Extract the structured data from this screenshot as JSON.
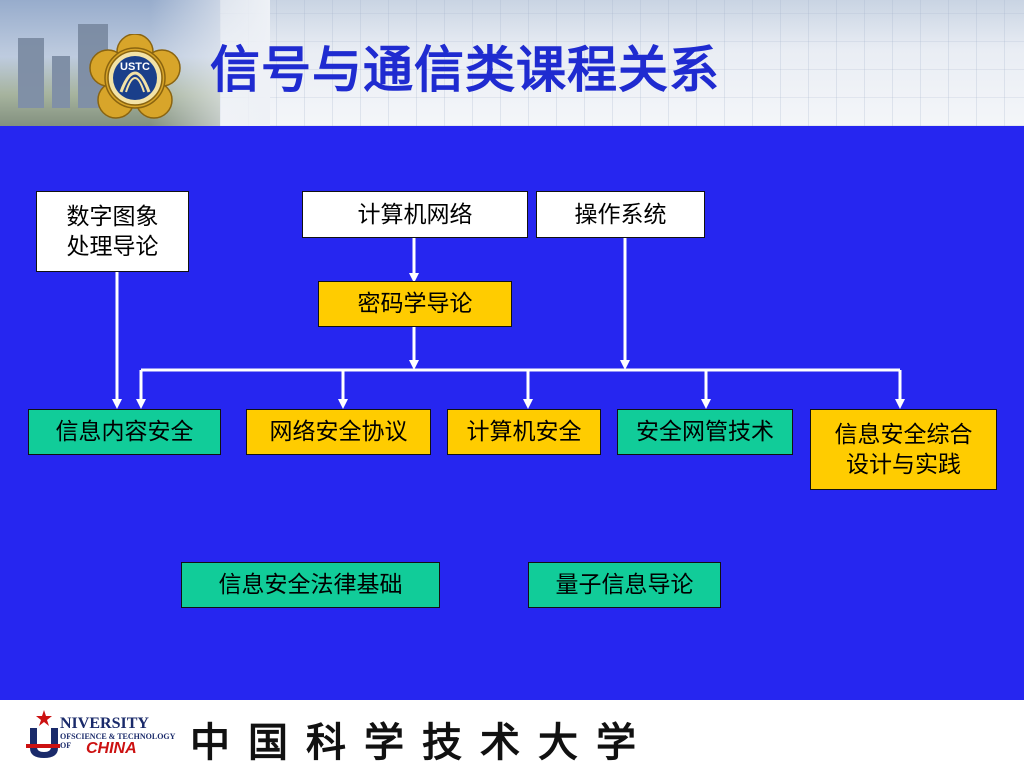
{
  "header": {
    "title": "信号与通信类课程关系",
    "logo_text": "USTC"
  },
  "diagram": {
    "nodes": {
      "digital_image": {
        "lines": [
          "数字图象",
          "处理导论"
        ]
      },
      "computer_network": {
        "label": "计算机网络"
      },
      "operating_system": {
        "label": "操作系统"
      },
      "cryptography": {
        "label": "密码学导论"
      },
      "info_content_security": {
        "label": "信息内容安全"
      },
      "network_security_protocol": {
        "label": "网络安全协议"
      },
      "computer_security": {
        "label": "计算机安全"
      },
      "security_network_mgmt": {
        "label": "安全网管技术"
      },
      "info_security_practice": {
        "lines": [
          "信息安全综合",
          "设计与实践"
        ]
      },
      "info_security_law": {
        "label": "信息安全法律基础"
      },
      "quantum_info": {
        "label": "量子信息导论"
      }
    },
    "colors": {
      "background": "#2626f0",
      "white_box": "#ffffff",
      "yellow_box": "#ffcc00",
      "green_box": "#11cc99",
      "title": "#1f2bd0",
      "connector": "#ffffff"
    }
  },
  "footer": {
    "university_en_line1": "NIVERSITY",
    "university_en_line2": "OFSCIENCE & TECHNOLOGY",
    "university_en_line3": "OF",
    "university_en_country": "CHINA",
    "university_cn": "中国科学技术大学"
  }
}
